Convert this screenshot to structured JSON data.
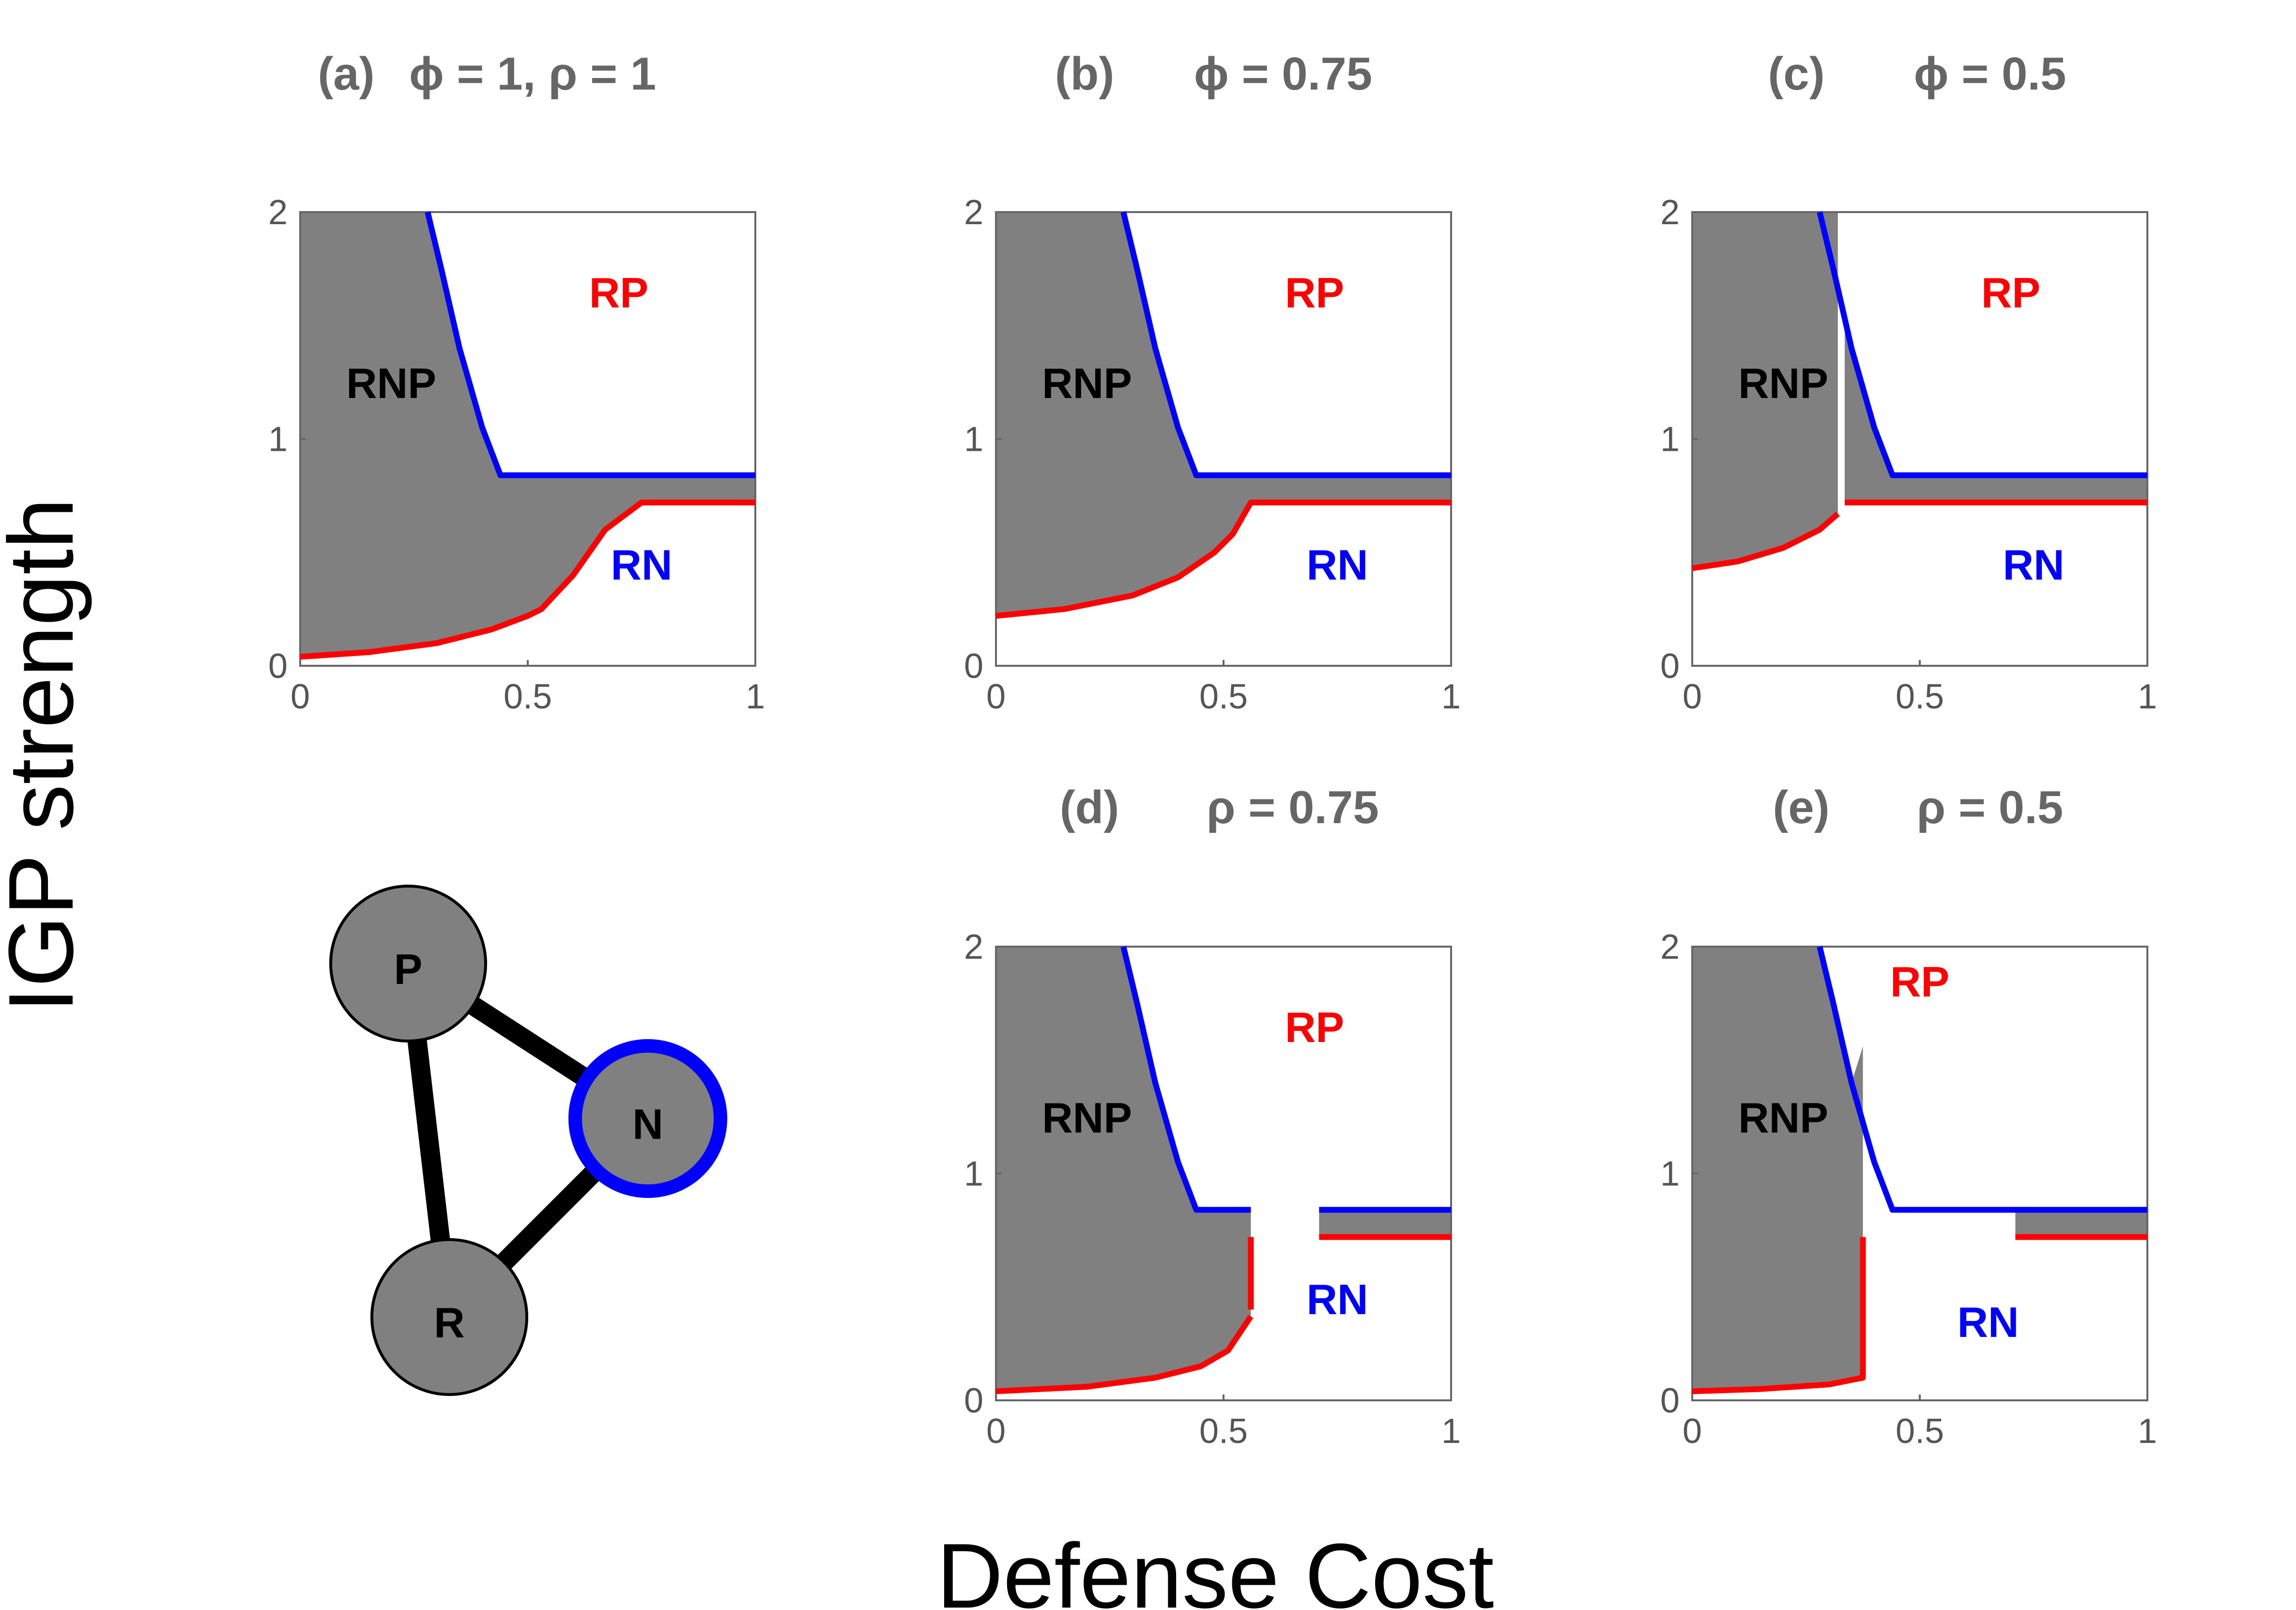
{
  "figure": {
    "xlabel": "Defense Cost",
    "ylabel": "IGP strength"
  },
  "colors": {
    "region_fill": "#808080",
    "blue_line": "#0000ff",
    "red_line": "#ff0000",
    "axis": "#666666",
    "title": "#666666"
  },
  "chart_data": [
    {
      "type": "area",
      "title_letter": "(a)",
      "title_param": "ϕ = 1, ρ = 1",
      "xlim": [
        0,
        1
      ],
      "ylim": [
        0,
        2
      ],
      "xticks": [
        {
          "v": 0,
          "label": "0"
        },
        {
          "v": 0.5,
          "label": "0.5"
        },
        {
          "v": 1,
          "label": "1"
        }
      ],
      "yticks": [
        {
          "v": 0,
          "label": "0"
        },
        {
          "v": 1,
          "label": "1"
        },
        {
          "v": 2,
          "label": "2"
        }
      ],
      "regions": [
        {
          "label": "RNP",
          "color": "#000000",
          "x": 0.2,
          "y": 1.18
        },
        {
          "label": "RP",
          "color": "#ff0000",
          "x": 0.7,
          "y": 1.58
        },
        {
          "label": "RN",
          "color": "#0000ff",
          "x": 0.75,
          "y": 0.38
        }
      ],
      "shaded": [
        [
          [
            0,
            0.04
          ],
          [
            0.15,
            0.06
          ],
          [
            0.3,
            0.1
          ],
          [
            0.42,
            0.16
          ],
          [
            0.5,
            0.22
          ],
          [
            0.53,
            0.25
          ],
          [
            0.6,
            0.4
          ],
          [
            0.67,
            0.6
          ],
          [
            0.75,
            0.72
          ],
          [
            1,
            0.72
          ],
          [
            1,
            0.84
          ],
          [
            0.44,
            0.84
          ],
          [
            0.4,
            1.05
          ],
          [
            0.35,
            1.4
          ],
          [
            0.31,
            1.75
          ],
          [
            0.28,
            2
          ],
          [
            0,
            2
          ]
        ]
      ],
      "blue": [
        [
          [
            0.28,
            2
          ],
          [
            0.31,
            1.75
          ],
          [
            0.35,
            1.4
          ],
          [
            0.4,
            1.05
          ],
          [
            0.44,
            0.84
          ],
          [
            1,
            0.84
          ]
        ]
      ],
      "red": [
        [
          [
            0,
            0.04
          ],
          [
            0.15,
            0.06
          ],
          [
            0.3,
            0.1
          ],
          [
            0.42,
            0.16
          ],
          [
            0.5,
            0.22
          ],
          [
            0.53,
            0.25
          ],
          [
            0.6,
            0.4
          ],
          [
            0.67,
            0.6
          ],
          [
            0.75,
            0.72
          ],
          [
            1,
            0.72
          ]
        ]
      ]
    },
    {
      "type": "area",
      "title_letter": "(b)",
      "title_param": "ϕ = 0.75",
      "xlim": [
        0,
        1
      ],
      "ylim": [
        0,
        2
      ],
      "xticks": [
        {
          "v": 0,
          "label": "0"
        },
        {
          "v": 0.5,
          "label": "0.5"
        },
        {
          "v": 1,
          "label": "1"
        }
      ],
      "yticks": [
        {
          "v": 0,
          "label": "0"
        },
        {
          "v": 1,
          "label": "1"
        },
        {
          "v": 2,
          "label": "2"
        }
      ],
      "regions": [
        {
          "label": "RNP",
          "color": "#000000",
          "x": 0.2,
          "y": 1.18
        },
        {
          "label": "RP",
          "color": "#ff0000",
          "x": 0.7,
          "y": 1.58
        },
        {
          "label": "RN",
          "color": "#0000ff",
          "x": 0.75,
          "y": 0.38
        }
      ],
      "shaded": [
        [
          [
            0,
            0.22
          ],
          [
            0.15,
            0.25
          ],
          [
            0.3,
            0.31
          ],
          [
            0.4,
            0.39
          ],
          [
            0.48,
            0.5
          ],
          [
            0.52,
            0.58
          ],
          [
            0.56,
            0.72
          ],
          [
            1,
            0.72
          ],
          [
            1,
            0.84
          ],
          [
            0.44,
            0.84
          ],
          [
            0.4,
            1.05
          ],
          [
            0.35,
            1.4
          ],
          [
            0.31,
            1.75
          ],
          [
            0.28,
            2
          ],
          [
            0,
            2
          ]
        ]
      ],
      "blue": [
        [
          [
            0.28,
            2
          ],
          [
            0.31,
            1.75
          ],
          [
            0.35,
            1.4
          ],
          [
            0.4,
            1.05
          ],
          [
            0.44,
            0.84
          ],
          [
            1,
            0.84
          ]
        ]
      ],
      "red": [
        [
          [
            0,
            0.22
          ],
          [
            0.15,
            0.25
          ],
          [
            0.3,
            0.31
          ],
          [
            0.4,
            0.39
          ],
          [
            0.48,
            0.5
          ],
          [
            0.52,
            0.58
          ],
          [
            0.56,
            0.72
          ],
          [
            1,
            0.72
          ]
        ]
      ]
    },
    {
      "type": "area",
      "title_letter": "(c)",
      "title_param": "ϕ = 0.5",
      "xlim": [
        0,
        1
      ],
      "ylim": [
        0,
        2
      ],
      "xticks": [
        {
          "v": 0,
          "label": "0"
        },
        {
          "v": 0.5,
          "label": "0.5"
        },
        {
          "v": 1,
          "label": "1"
        }
      ],
      "yticks": [
        {
          "v": 0,
          "label": "0"
        },
        {
          "v": 1,
          "label": "1"
        },
        {
          "v": 2,
          "label": "2"
        }
      ],
      "regions": [
        {
          "label": "RNP",
          "color": "#000000",
          "x": 0.2,
          "y": 1.18
        },
        {
          "label": "RP",
          "color": "#ff0000",
          "x": 0.7,
          "y": 1.58
        },
        {
          "label": "RN",
          "color": "#0000ff",
          "x": 0.75,
          "y": 0.38
        }
      ],
      "shaded": [
        [
          [
            0,
            0.43
          ],
          [
            0.1,
            0.46
          ],
          [
            0.2,
            0.52
          ],
          [
            0.28,
            0.6
          ],
          [
            0.32,
            0.67
          ],
          [
            0.32,
            2
          ],
          [
            0,
            2
          ]
        ],
        [
          [
            0.335,
            0.72
          ],
          [
            1,
            0.72
          ],
          [
            1,
            0.84
          ],
          [
            0.44,
            0.84
          ],
          [
            0.4,
            1.05
          ],
          [
            0.36,
            1.33
          ],
          [
            0.335,
            1.5
          ]
        ]
      ],
      "blue": [
        [
          [
            0.28,
            2
          ],
          [
            0.31,
            1.75
          ],
          [
            0.35,
            1.4
          ],
          [
            0.4,
            1.05
          ],
          [
            0.44,
            0.84
          ],
          [
            1,
            0.84
          ]
        ]
      ],
      "red": [
        [
          [
            0,
            0.43
          ],
          [
            0.1,
            0.46
          ],
          [
            0.2,
            0.52
          ],
          [
            0.28,
            0.6
          ],
          [
            0.32,
            0.67
          ]
        ],
        [
          [
            0.335,
            0.72
          ],
          [
            1,
            0.72
          ]
        ]
      ]
    },
    {
      "type": "area",
      "title_letter": "(d)",
      "title_param": "ρ = 0.75",
      "xlim": [
        0,
        1
      ],
      "ylim": [
        0,
        2
      ],
      "xticks": [
        {
          "v": 0,
          "label": "0"
        },
        {
          "v": 0.5,
          "label": "0.5"
        },
        {
          "v": 1,
          "label": "1"
        }
      ],
      "yticks": [
        {
          "v": 0,
          "label": "0"
        },
        {
          "v": 1,
          "label": "1"
        },
        {
          "v": 2,
          "label": "2"
        }
      ],
      "regions": [
        {
          "label": "RNP",
          "color": "#000000",
          "x": 0.2,
          "y": 1.18
        },
        {
          "label": "RP",
          "color": "#ff0000",
          "x": 0.7,
          "y": 1.58
        },
        {
          "label": "RN",
          "color": "#0000ff",
          "x": 0.75,
          "y": 0.38
        }
      ],
      "shaded": [
        [
          [
            0,
            0.04
          ],
          [
            0.2,
            0.06
          ],
          [
            0.35,
            0.1
          ],
          [
            0.45,
            0.15
          ],
          [
            0.51,
            0.22
          ],
          [
            0.56,
            0.37
          ],
          [
            0.56,
            0.84
          ],
          [
            0.44,
            0.84
          ],
          [
            0.4,
            1.05
          ],
          [
            0.35,
            1.4
          ],
          [
            0.31,
            1.75
          ],
          [
            0.28,
            2
          ],
          [
            0,
            2
          ]
        ],
        [
          [
            0.71,
            0.72
          ],
          [
            1,
            0.72
          ],
          [
            1,
            0.84
          ],
          [
            0.71,
            0.84
          ]
        ]
      ],
      "blue": [
        [
          [
            0.28,
            2
          ],
          [
            0.31,
            1.75
          ],
          [
            0.35,
            1.4
          ],
          [
            0.4,
            1.05
          ],
          [
            0.44,
            0.84
          ],
          [
            0.56,
            0.84
          ]
        ],
        [
          [
            0.71,
            0.84
          ],
          [
            1,
            0.84
          ]
        ]
      ],
      "red": [
        [
          [
            0,
            0.04
          ],
          [
            0.2,
            0.06
          ],
          [
            0.35,
            0.1
          ],
          [
            0.45,
            0.15
          ],
          [
            0.51,
            0.22
          ],
          [
            0.56,
            0.37
          ]
        ],
        [
          [
            0.56,
            0.4
          ],
          [
            0.56,
            0.72
          ]
        ],
        [
          [
            0.71,
            0.72
          ],
          [
            1,
            0.72
          ]
        ]
      ]
    },
    {
      "type": "area",
      "title_letter": "(e)",
      "title_param": "ρ = 0.5",
      "xlim": [
        0,
        1
      ],
      "ylim": [
        0,
        2
      ],
      "xticks": [
        {
          "v": 0,
          "label": "0"
        },
        {
          "v": 0.5,
          "label": "0.5"
        },
        {
          "v": 1,
          "label": "1"
        }
      ],
      "yticks": [
        {
          "v": 0,
          "label": "0"
        },
        {
          "v": 1,
          "label": "1"
        },
        {
          "v": 2,
          "label": "2"
        }
      ],
      "regions": [
        {
          "label": "RNP",
          "color": "#000000",
          "x": 0.2,
          "y": 1.18
        },
        {
          "label": "RP",
          "color": "#ff0000",
          "x": 0.5,
          "y": 1.78
        },
        {
          "label": "RN",
          "color": "#0000ff",
          "x": 0.65,
          "y": 0.28
        }
      ],
      "shaded": [
        [
          [
            0,
            0.04
          ],
          [
            0.15,
            0.05
          ],
          [
            0.3,
            0.07
          ],
          [
            0.375,
            0.1
          ],
          [
            0.375,
            1.56
          ],
          [
            0.35,
            1.4
          ],
          [
            0.31,
            1.75
          ],
          [
            0.28,
            2
          ],
          [
            0,
            2
          ]
        ],
        [
          [
            0.71,
            0.72
          ],
          [
            1,
            0.72
          ],
          [
            1,
            0.84
          ],
          [
            0.71,
            0.84
          ]
        ]
      ],
      "blue": [
        [
          [
            0.28,
            2
          ],
          [
            0.31,
            1.75
          ],
          [
            0.35,
            1.4
          ],
          [
            0.4,
            1.05
          ],
          [
            0.44,
            0.84
          ],
          [
            1,
            0.84
          ]
        ]
      ],
      "red": [
        [
          [
            0,
            0.04
          ],
          [
            0.15,
            0.05
          ],
          [
            0.3,
            0.07
          ],
          [
            0.375,
            0.1
          ],
          [
            0.375,
            0.72
          ]
        ],
        [
          [
            0.71,
            0.72
          ],
          [
            1,
            0.72
          ]
        ]
      ]
    }
  ],
  "network": {
    "nodes": [
      {
        "label": "P",
        "fill": "#808080",
        "ring": "#000000"
      },
      {
        "label": "N",
        "fill": "#808080",
        "ring": "#0000ff"
      },
      {
        "label": "R",
        "fill": "#808080",
        "ring": "#000000"
      }
    ]
  }
}
